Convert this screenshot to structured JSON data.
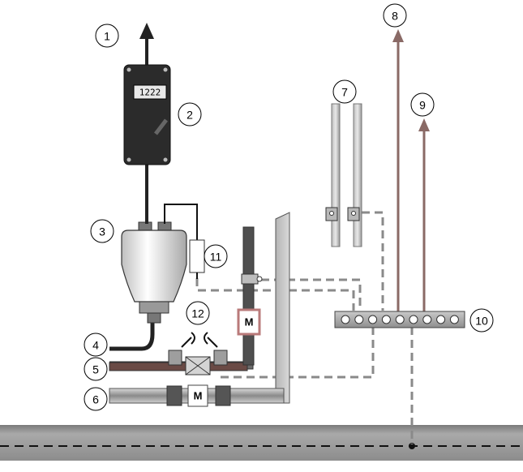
{
  "diagram": {
    "callouts": [
      {
        "id": "c1",
        "label": "1"
      },
      {
        "id": "c2",
        "label": "2"
      },
      {
        "id": "c3",
        "label": "3"
      },
      {
        "id": "c4",
        "label": "4"
      },
      {
        "id": "c5",
        "label": "5"
      },
      {
        "id": "c6",
        "label": "6"
      },
      {
        "id": "c7",
        "label": "7"
      },
      {
        "id": "c8",
        "label": "8"
      },
      {
        "id": "c9",
        "label": "9"
      },
      {
        "id": "c10",
        "label": "10"
      },
      {
        "id": "c11",
        "label": "11"
      },
      {
        "id": "c12",
        "label": "12"
      }
    ],
    "meter_display": "1222",
    "motor_label": "M",
    "motor_label_bottom": "M"
  }
}
